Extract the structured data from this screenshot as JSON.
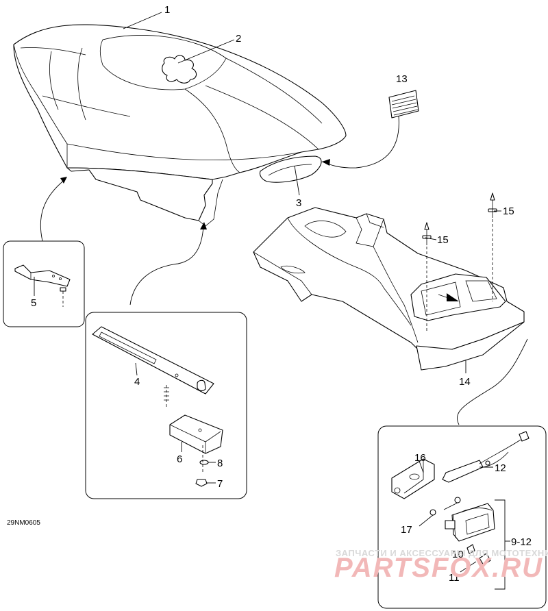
{
  "diagram": {
    "drawing_code": "29NM0605",
    "callouts": {
      "p1": "1",
      "p2": "2",
      "p3": "3",
      "p4": "4",
      "p5": "5",
      "p6": "6",
      "p7": "7",
      "p8": "8",
      "p9_12": "9-12",
      "p10": "10",
      "p11": "11",
      "p12": "12",
      "p13": "13",
      "p14": "14",
      "p15a": "15",
      "p15b": "15",
      "p16": "16",
      "p17": "17"
    }
  },
  "watermark": {
    "tagline": "ЗАПЧАСТИ И АКСЕССУАРЫ ДЛЯ МОТОТЕХНИКИ",
    "brand": "PARTSFOX.RU",
    "color": "#e06060"
  }
}
